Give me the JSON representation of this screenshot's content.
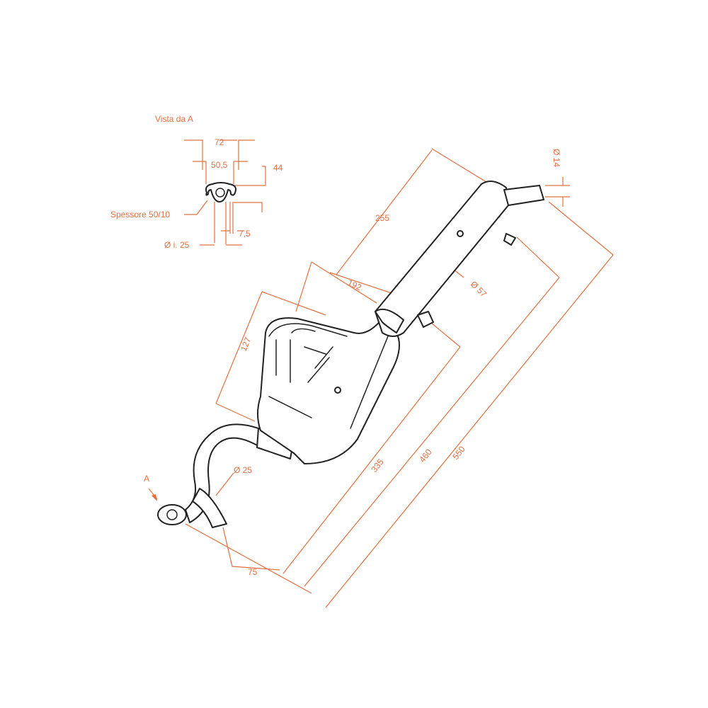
{
  "view_label": "Vista da  A",
  "flange": {
    "width_outer": "72",
    "width_holes": "50,5",
    "height": "44",
    "thickness_label": "Spessore 50/10",
    "hole_size": "7,5",
    "inner_diameter": "Ø i. 25"
  },
  "dimensions": {
    "d255": "255",
    "d192": "192",
    "d57": "Ø 57",
    "d14": "Ø 14",
    "d127": "127",
    "d335": "335",
    "d460": "460",
    "d550": "550",
    "d25": "Ø 25",
    "d75": "75",
    "view_marker": "A"
  },
  "colors": {
    "dimension": "#e07040",
    "outline": "#222222"
  }
}
